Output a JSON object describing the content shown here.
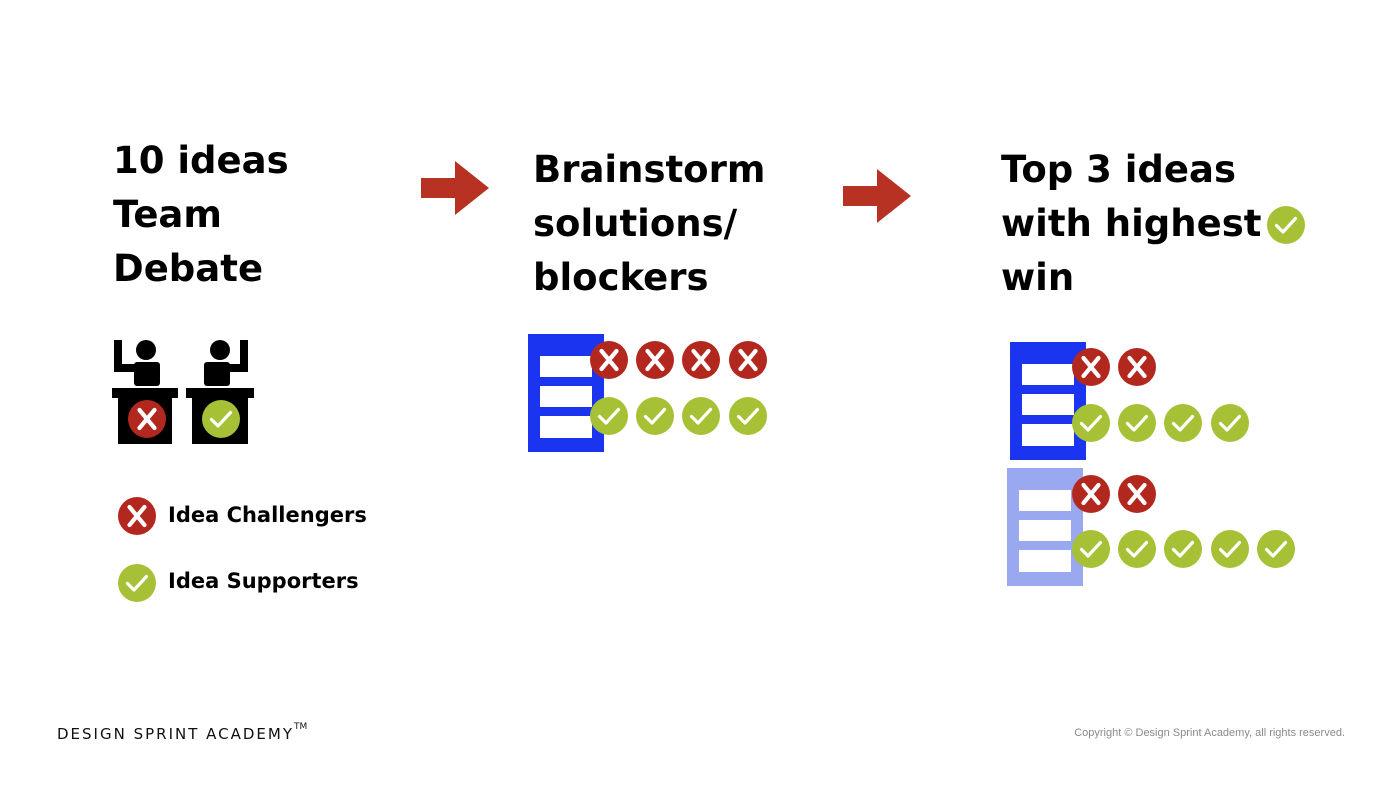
{
  "steps": [
    {
      "lines": [
        "10 ideas",
        "Team",
        "Debate"
      ]
    },
    {
      "lines": [
        "Brainstorm",
        "solutions/",
        "blockers"
      ]
    },
    {
      "lines": [
        "Top 3 ideas",
        "with highest",
        "win"
      ]
    }
  ],
  "legend": {
    "challengers": "Idea Challengers",
    "supporters": "Idea Supporters"
  },
  "footer": {
    "brand": "DESIGN SPRINT ACADEMY",
    "trademark": "TM",
    "copyright": "Copyright © Design Sprint Academy, all rights reserved."
  },
  "colors": {
    "red": "#b3281e",
    "green": "#a6c135",
    "blue": "#1a34f0",
    "light_blue": "#9aa8f0",
    "arrow": "#b73222"
  },
  "counts": {
    "brainstorm": {
      "challengers": 4,
      "supporters": 4
    },
    "top_idea_1": {
      "challengers": 2,
      "supporters": 4
    },
    "top_idea_2": {
      "challengers": 2,
      "supporters": 5
    }
  }
}
